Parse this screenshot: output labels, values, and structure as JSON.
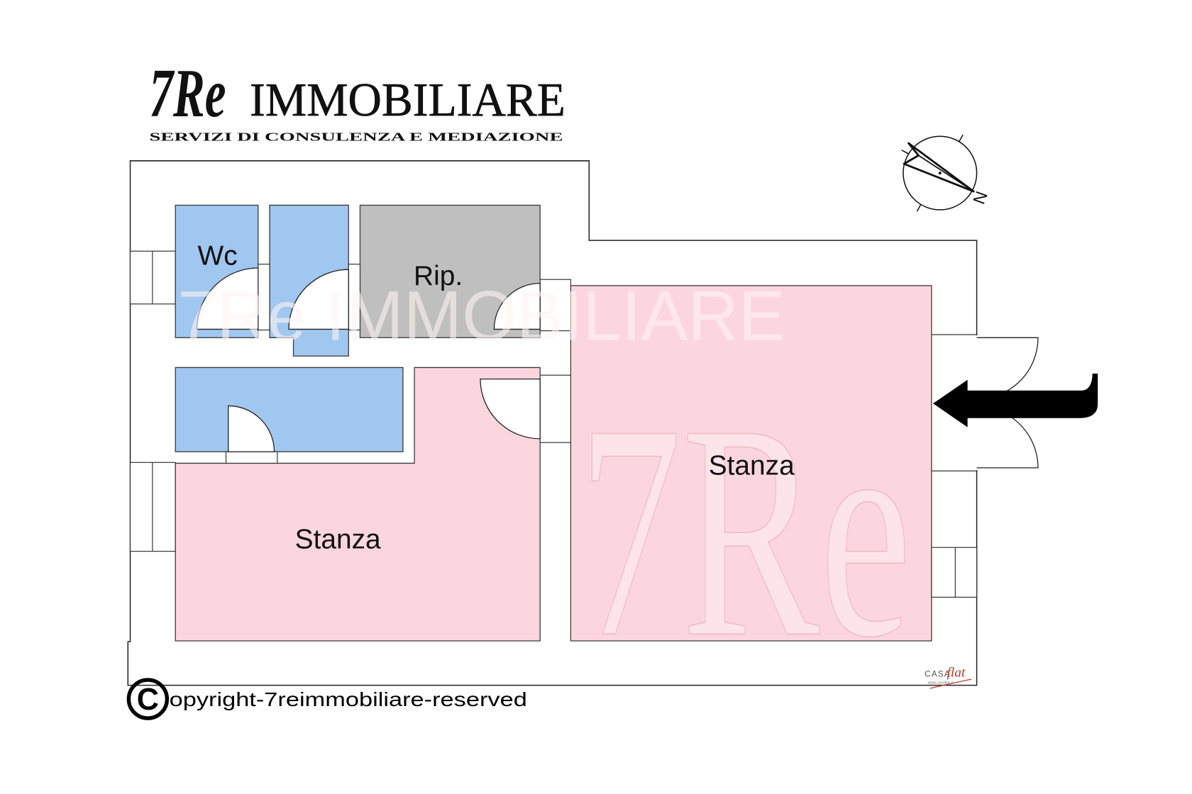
{
  "brand": {
    "mark": "7Re",
    "name": "IMMOBILIARE",
    "tagline": "SERVIZI DI CONSULENZA E MEDIAZIONE"
  },
  "watermark": {
    "text_line": "7Re IMMOBILIARE",
    "mark": "7Re"
  },
  "colors": {
    "bathroom": "#a0c7ef",
    "storage": "#bfbfbf",
    "room": "#fcd6de",
    "wall": "#222222",
    "casaflat": "#c0392b"
  },
  "rooms": {
    "wc": {
      "label": "Wc"
    },
    "rip": {
      "label": "Rip."
    },
    "stanza_left": {
      "label": "Stanza"
    },
    "stanza_right": {
      "label": "Stanza"
    }
  },
  "compass": {
    "north_label": "N",
    "icon": "compass-icon"
  },
  "entrance": {
    "icon": "arrow-left-icon"
  },
  "casaflat": {
    "casa": "CASA",
    "flat": "flat",
    "site": "www.casaflat.it"
  },
  "copyright": {
    "symbol": "C",
    "text": "opyright-7reimmobiliare-reserved"
  }
}
